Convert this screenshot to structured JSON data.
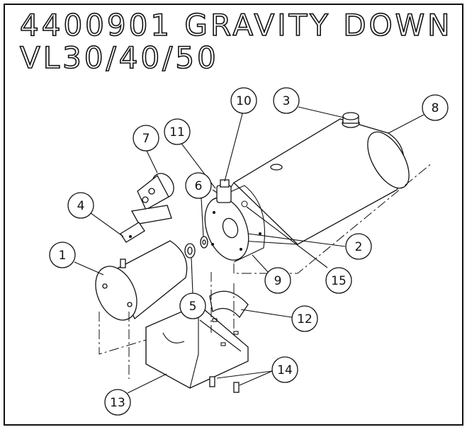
{
  "title": {
    "line1": "4400901 GRAVITY DOWN",
    "line2": "VL30/40/50"
  },
  "callouts": [
    "1",
    "2",
    "3",
    "4",
    "5",
    "6",
    "7",
    "8",
    "9",
    "10",
    "11",
    "12",
    "13",
    "14",
    "15"
  ]
}
